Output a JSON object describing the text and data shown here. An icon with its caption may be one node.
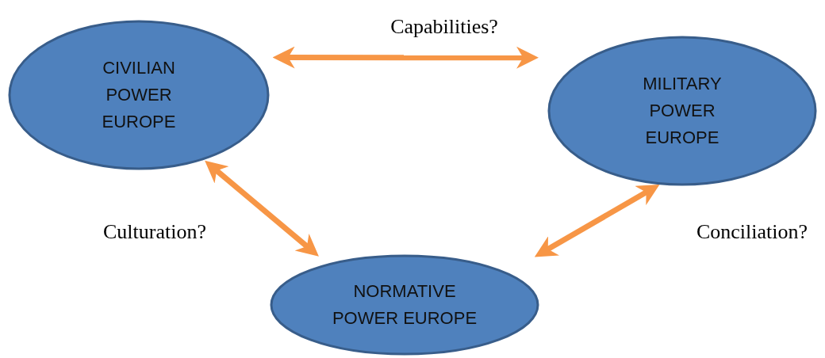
{
  "diagram": {
    "nodes": [
      {
        "text": [
          "CIVILIAN POWER EUROPE"
        ]
      },
      {
        "text": [
          "MILITARY POWER EUROPE"
        ]
      },
      {
        "text": [
          "NORMATIVE POWER EUROPE"
        ]
      }
    ],
    "edges": [
      {
        "from": 0,
        "to": 1,
        "arrow": "both",
        "label": "Capabilities?"
      },
      {
        "from": 0,
        "to": 2,
        "arrow": "both",
        "label": "Culturation?"
      },
      {
        "from": 2,
        "to": 1,
        "arrow": "both",
        "label": "Conciliation?"
      }
    ]
  }
}
